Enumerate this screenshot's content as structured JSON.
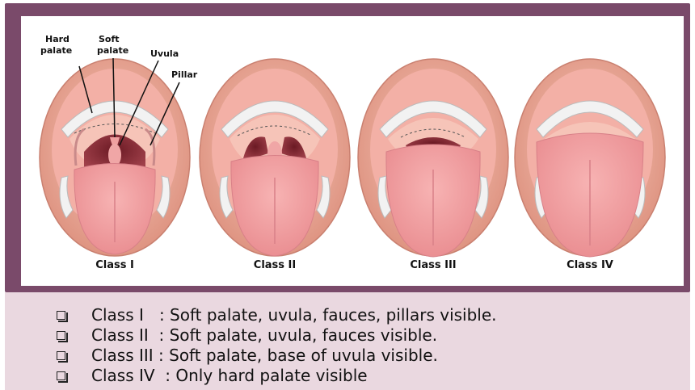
{
  "diagram": {
    "mouths": [
      {
        "label": "Class I"
      },
      {
        "label": "Class II"
      },
      {
        "label": "Class III"
      },
      {
        "label": "Class IV"
      }
    ],
    "annotations": {
      "hard_palate_1": "Hard",
      "hard_palate_2": "palate",
      "soft_palate_1": "Soft",
      "soft_palate_2": "palate",
      "uvula": "Uvula",
      "pillar": "Pillar"
    }
  },
  "legend": {
    "rows": [
      "Class I   : Soft palate, uvula, fauces, pillars visible.",
      "Class II  : Soft palate, uvula, fauces visible.",
      "Class III : Soft palate, base of uvula visible.",
      "Class IV  : Only hard palate visible"
    ]
  },
  "colors": {
    "frame": "#7a4a6a",
    "legend_bg": "#ead8e0",
    "lip": "#e8a08c",
    "tongue": "#f29a9a",
    "throat": "#8a2a35",
    "palate": "#f6c4b8",
    "teeth": "#f2f2f2"
  }
}
